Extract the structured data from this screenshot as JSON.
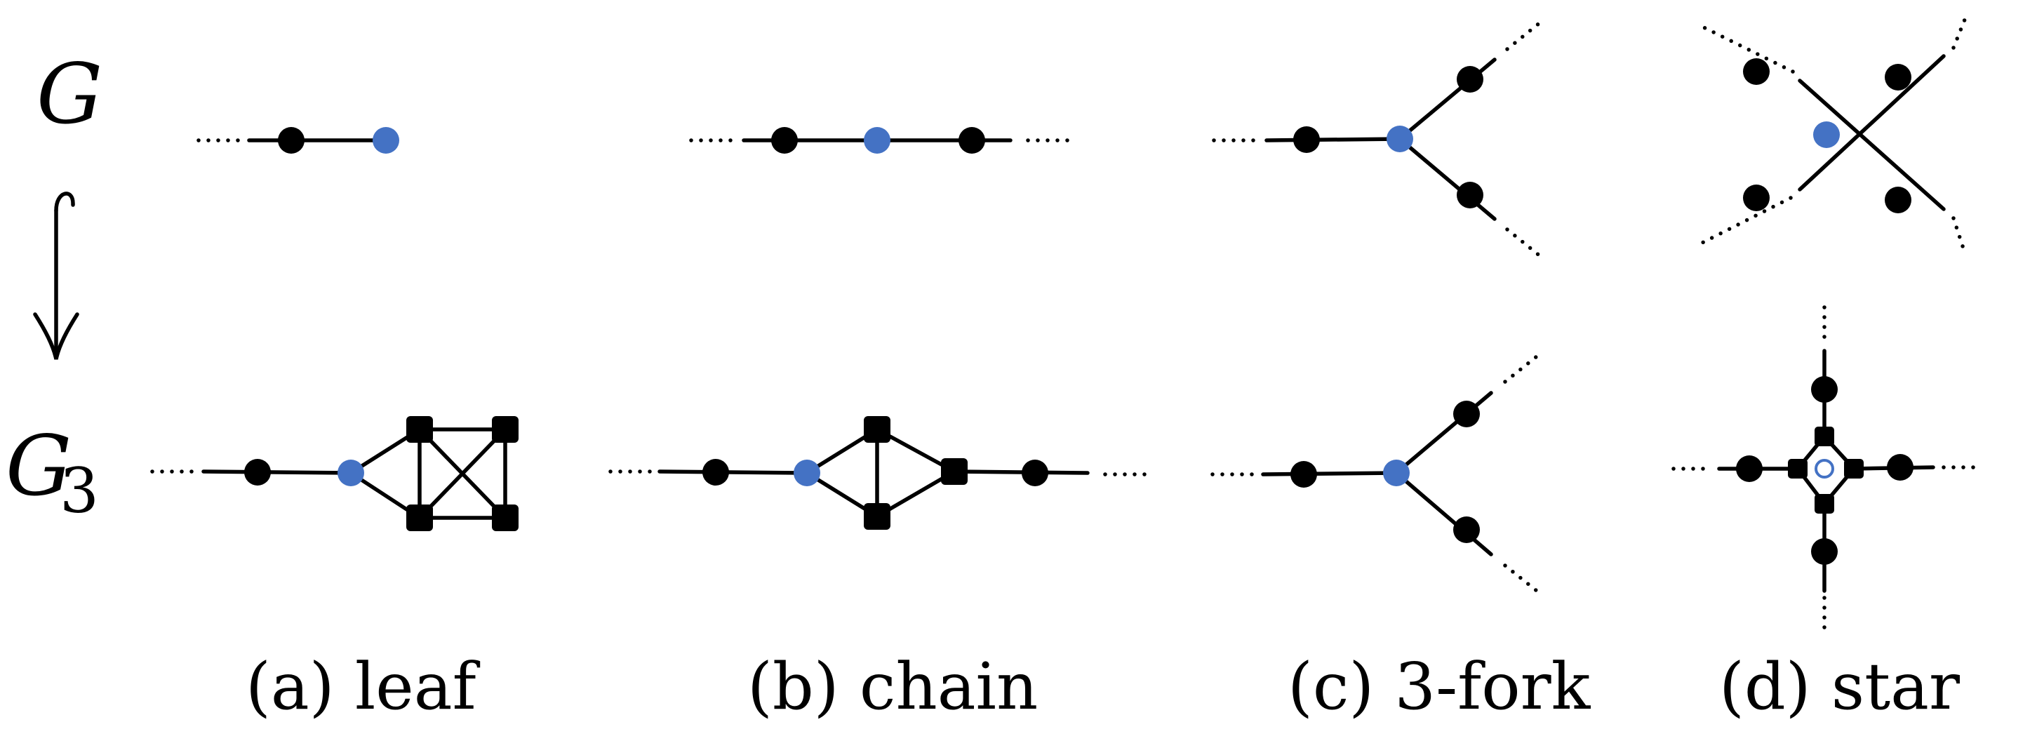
{
  "row_labels": {
    "top": "G",
    "bottom_main": "G",
    "bottom_sub": "3"
  },
  "captions": [
    "(a) leaf",
    "(b) chain",
    "(c) 3-fork",
    "(d) star"
  ],
  "colors": {
    "highlight": "#4472C4",
    "vertex": "#000000",
    "edge": "#000000"
  },
  "icons": {
    "embedding_arrow": "hook-arrow-down-icon"
  }
}
